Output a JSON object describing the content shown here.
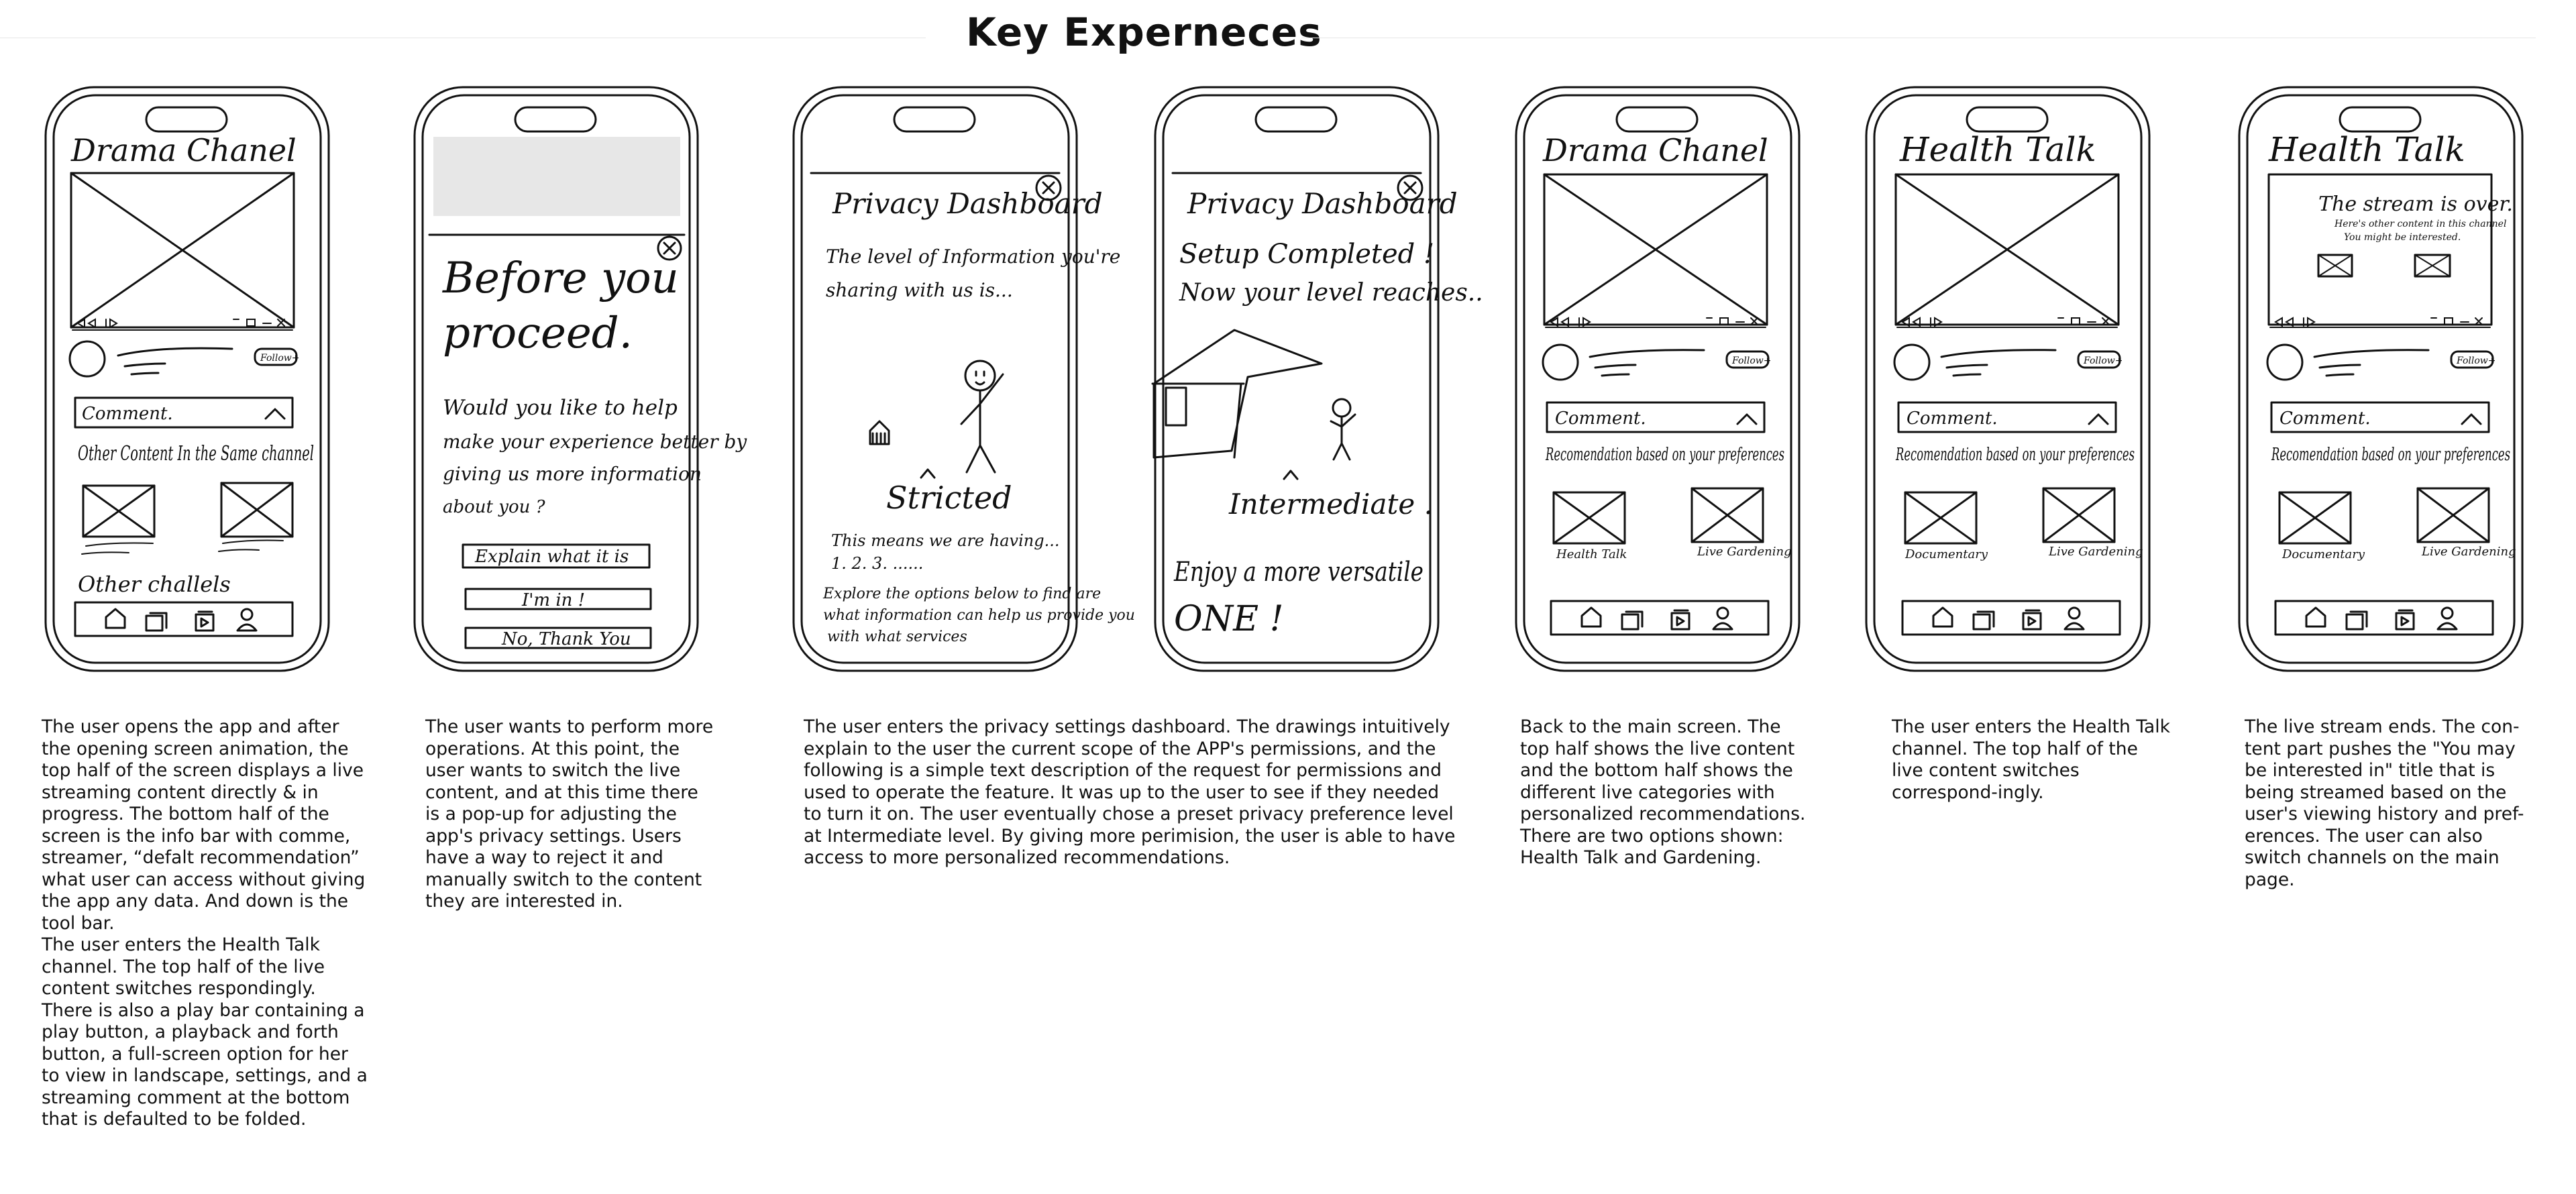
{
  "header": {
    "title": "Key Experneces"
  },
  "screens": [
    {
      "channel_title": "Drama Chanel",
      "comment_label": "Comment.",
      "section_label": "Other Content In the Same channel",
      "section_label_2": "Other challels"
    },
    {
      "heading_line1": "Before you",
      "heading_line2": "proceed.",
      "body_lines": [
        "Would you like to help",
        "make your experience better by",
        "giving us more information",
        "about you ?"
      ],
      "buttons": [
        "Explain what it is",
        "I'm in !",
        "No, Thank You"
      ]
    },
    {
      "heading": "Privacy Dashboard",
      "body_lines": [
        "The level of Information you're",
        "sharing with us is..."
      ],
      "level_label": "Stricted",
      "note_line1": "This means we are having...",
      "note_line2": "1.   2.   3.   ......",
      "footer_lines": [
        "Explore the options below to find are",
        "what information can help us provide you",
        "with what services"
      ]
    },
    {
      "heading": "Privacy Dashboard",
      "body_lines": [
        "Setup Completed !",
        "Now your level reaches.."
      ],
      "level_label": "Intermediate .",
      "footer_lines": [
        "Enjoy a more versatile",
        "ONE !"
      ]
    },
    {
      "channel_title": "Drama Chanel",
      "comment_label": "Comment.",
      "section_label": "Recomendation based on your preferences",
      "thumbs": [
        "Health Talk",
        "Live Gardening"
      ]
    },
    {
      "channel_title": "Health Talk",
      "comment_label": "Comment.",
      "section_label": "Recomendation based on your preferences",
      "thumbs": [
        "Documentary",
        "Live Gardening"
      ]
    },
    {
      "channel_title": "Health Talk",
      "popup_title": "The stream is over.",
      "popup_sub1": "Here's other content in this channel",
      "popup_sub2": "You might be interested.",
      "comment_label": "Comment.",
      "section_label": "Recomendation based on your preferences",
      "thumbs": [
        "Documentary",
        "Live Gardening"
      ]
    }
  ],
  "descriptions": [
    {
      "paragraphs": [
        "The user opens the app and after the opening screen animation, the top half of the screen displays a live streaming content directly & in progress. The bottom half of the screen is the info bar with comme, streamer, “defalt recommendation” what user can access without giving the app any data. And down is the tool bar.",
        "The user enters the Health Talk channel. The top half of the live content switches respondingly. There is also a play bar containing a play button, a playback and forth button, a full-screen option for her to view in landscape, settings, and a streaming comment at the bottom that is defaulted to be folded."
      ]
    },
    {
      "paragraphs": [
        "The user wants to perform more operations. At this point, the user wants to switch the live content, and at this time there is a pop-up for adjusting the app's privacy settings. Users have a way to reject it and manually switch to the content they are interested in."
      ]
    },
    {
      "paragraphs": [
        "The user enters the privacy settings dashboard. The drawings intuitively explain to the user the current scope of the APP's permissions, and the following is a simple text description of the request for permissions and used to operate the feature. It was up to the user to see if they needed to turn it on. The user eventually chose a preset privacy preference level at Intermediate level. By giving more perimision, the user is able to have access to more personalized recommendations."
      ]
    },
    {
      "paragraphs": [
        "Back to the main screen. The top half shows the live content and the bottom half shows the different live categories with personalized recommendations. There are two options shown: Health Talk and Gardening."
      ]
    },
    {
      "paragraphs": [
        "The user enters the Health Talk channel. The top half of the live content switches correspond-ingly."
      ]
    },
    {
      "paragraphs": [
        " The live stream ends. The con-tent part pushes the \"You may be interested in\" title that is being streamed based on the user's viewing history and pref-erences. The user can also switch channels on the main page."
      ]
    }
  ]
}
